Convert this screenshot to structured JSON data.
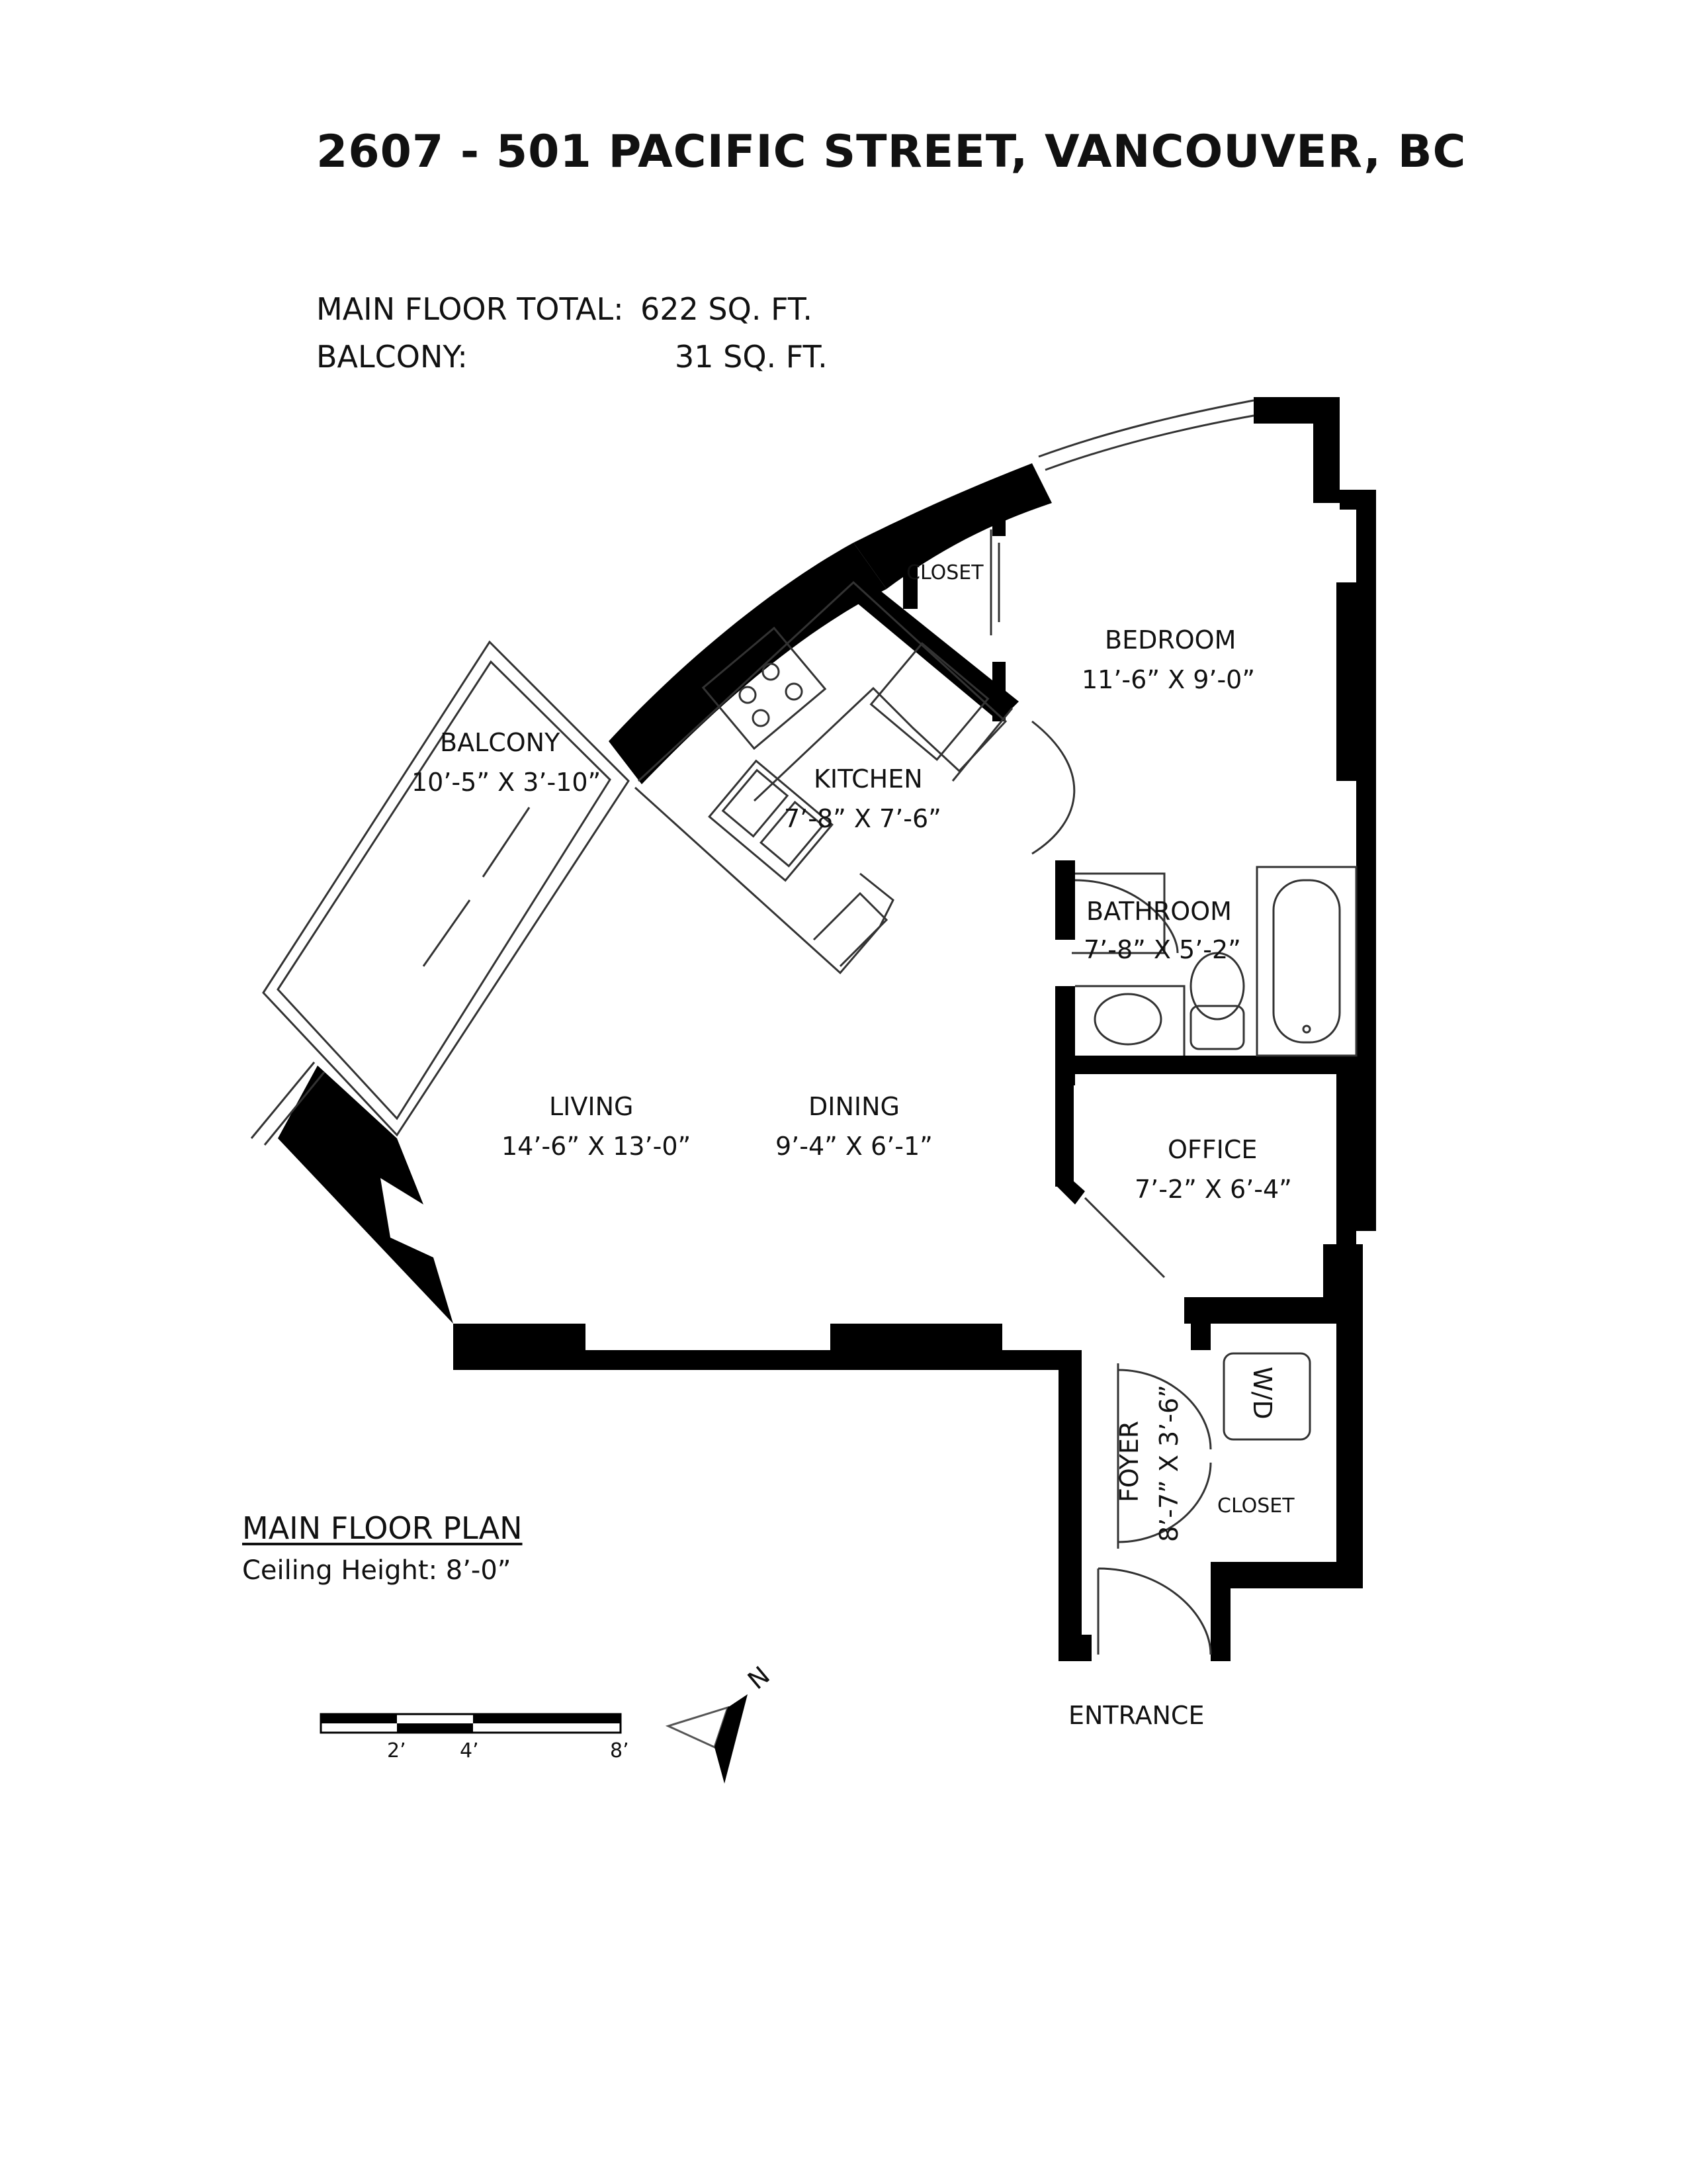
{
  "header": {
    "address": "2607 - 501 PACIFIC STREET, VANCOUVER, BC",
    "main_floor_label": "MAIN FLOOR TOTAL:",
    "main_floor_value": "622 SQ. FT.",
    "balcony_label": "BALCONY:",
    "balcony_value": "31 SQ. FT."
  },
  "rooms": {
    "bedroom": {
      "name": "BEDROOM",
      "dims": "11’-6” X 9’-0”"
    },
    "closet_bedroom": {
      "name": "CLOSET"
    },
    "kitchen": {
      "name": "KITCHEN",
      "dims": "7’-8” X 7’-6”"
    },
    "balcony": {
      "name": "BALCONY",
      "dims": "10’-5” X 3’-10”"
    },
    "bathroom": {
      "name": "BATHROOM",
      "dims": "7’-8” X 5’-2”"
    },
    "living": {
      "name": "LIVING",
      "dims": "14’-6” X 13’-0”"
    },
    "dining": {
      "name": "DINING",
      "dims": "9’-4” X 6’-1”"
    },
    "office": {
      "name": "OFFICE",
      "dims": "7’-2” X 6’-4”"
    },
    "foyer": {
      "name": "FOYER",
      "dims": "8’-7” X 3’-6”"
    },
    "closet_foyer": {
      "name": "CLOSET"
    },
    "washer_dryer": {
      "name": "W/D"
    },
    "entrance": {
      "name": "ENTRANCE"
    }
  },
  "footer": {
    "plan_title": "MAIN FLOOR PLAN",
    "ceiling": "Ceiling Height: 8’-0”"
  },
  "scale_bar": {
    "ticks": [
      "2’",
      "4’",
      "8’"
    ]
  },
  "compass": {
    "north": "N"
  },
  "colors": {
    "wall": "#000000",
    "line": "#333333",
    "background": "#ffffff"
  }
}
